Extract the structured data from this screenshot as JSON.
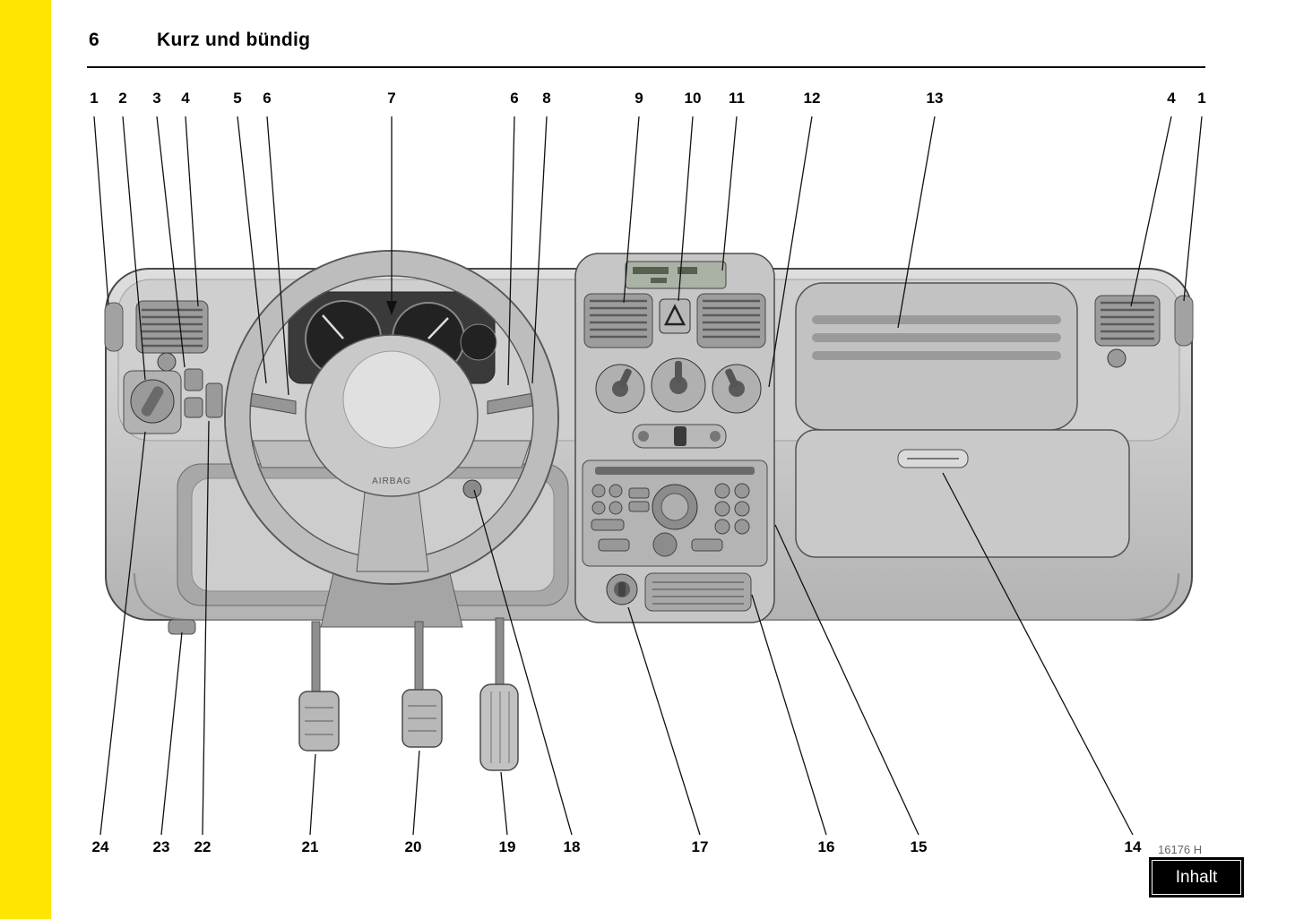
{
  "page": {
    "number": "6",
    "title": "Kurz und bündig",
    "figure_code": "16176 H"
  },
  "nav": {
    "inhalt_label": "Inhalt"
  },
  "callouts": {
    "top": [
      "1",
      "2",
      "3",
      "4",
      "5",
      "6",
      "7",
      "6",
      "8",
      "9",
      "10",
      "11",
      "12",
      "13",
      "4",
      "1"
    ],
    "bottom": [
      "24",
      "23",
      "22",
      "21",
      "20",
      "19",
      "18",
      "17",
      "16",
      "15",
      "14"
    ]
  },
  "diagram": {
    "airbag_label": "AIRBAG"
  },
  "colors": {
    "accent_yellow": "#ffe600",
    "leader_line": "#111111"
  }
}
